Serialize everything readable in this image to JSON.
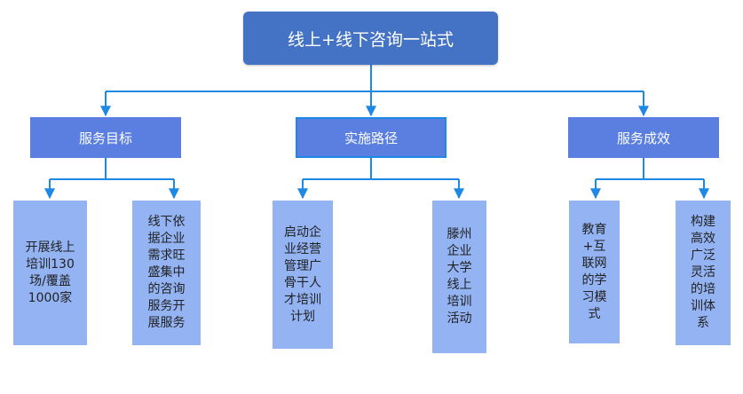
{
  "root": {
    "label": "线上+线下咨询一站式"
  },
  "branches": [
    {
      "label": "服务目标",
      "children": [
        "开展线上\n培训130\n场/覆盖\n1000家",
        "线下依\n据企业\n需求旺\n盛集中\n的咨询\n服务开\n展服务"
      ]
    },
    {
      "label": "实施路径",
      "children": [
        "启动企\n业经营\n管理广\n骨干人\n才培训\n计划",
        "滕州\n企业\n大学\n线上\n培训\n活动"
      ]
    },
    {
      "label": "服务成效",
      "children": [
        "教育\n+互\n联网\n的学\n习模\n式",
        "构建\n高效\n广泛\n灵活\n的培\n训体\n系"
      ]
    }
  ],
  "colors": {
    "root_fill": "#4472c4",
    "branch_fill": "#5b7fe0",
    "leaf_fill": "#93b3f3",
    "connector": "#1e88e5"
  }
}
